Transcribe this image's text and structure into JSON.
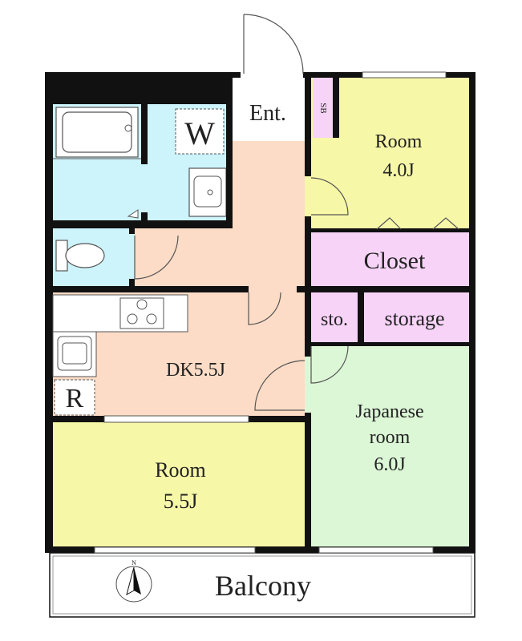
{
  "floorplan": {
    "rooms": {
      "entrance": {
        "label": "Ent."
      },
      "shoe_box": {
        "label": "SB"
      },
      "washroom": {
        "label": "W"
      },
      "room_north": {
        "label": "Room",
        "size": "4.0J"
      },
      "closet": {
        "label": "Closet"
      },
      "small_storage": {
        "label": "sto."
      },
      "storage": {
        "label": "storage"
      },
      "dining_kitchen": {
        "label": "DK5.5J"
      },
      "refrigerator": {
        "label": "R"
      },
      "japanese_room": {
        "label_line1": "Japanese",
        "label_line2": "room",
        "size": "6.0J"
      },
      "room_south": {
        "label": "Room",
        "size": "5.5J"
      },
      "balcony": {
        "label": "Balcony"
      }
    },
    "compass": {
      "label": "N"
    },
    "colors": {
      "wall": "#111111",
      "peach": "#fcdcc6",
      "yellow": "#f7f7a8",
      "pink": "#f7d4f7",
      "cyan": "#cdf3fb",
      "green": "#dcf7d6"
    }
  }
}
